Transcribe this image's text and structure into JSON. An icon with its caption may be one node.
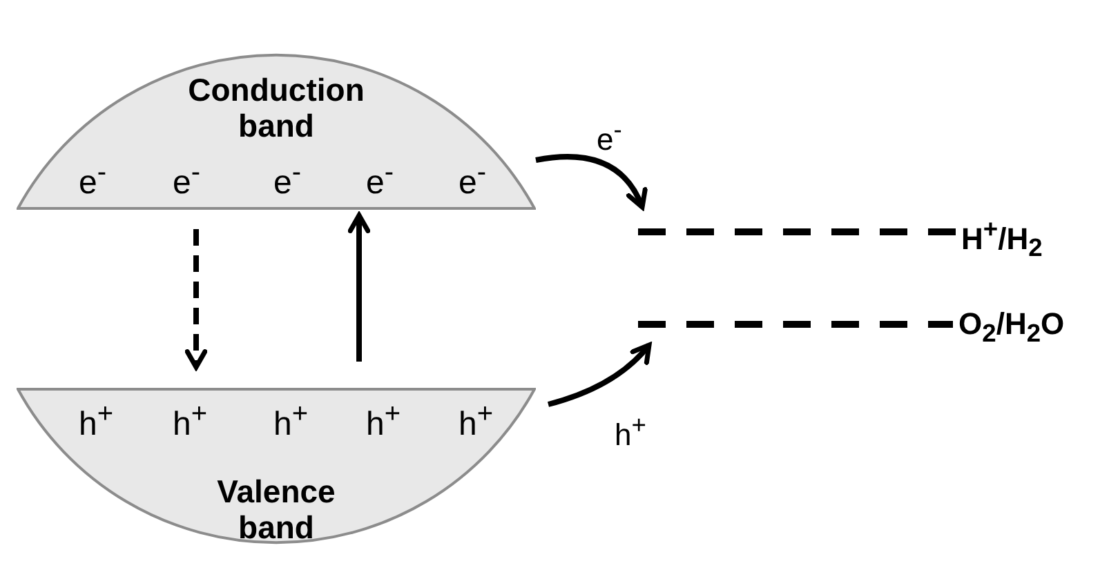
{
  "diagram": {
    "nodes": [
      {
        "text": [
          "Conduction band",
          "e$^{-}$",
          "e$^{-}$",
          "e$^{-}$",
          "e$^{-}$",
          "e$^{-}$"
        ]
      },
      {
        "text": [
          "h$^{+}$",
          "h$^{+}$",
          "h$^{+}$",
          "h$^{+}$",
          "h$^{+}$",
          "Valence band"
        ]
      },
      {
        "text": [
          "H$^{+}$/H$_{2}$"
        ]
      },
      {
        "text": [
          "O$_{2}$/H$_{2}$O"
        ]
      }
    ],
    "edges": [
      {
        "from": 0,
        "to": 1,
        "arrow": "to",
        "style": "dashed"
      },
      {
        "from": 1,
        "to": 0,
        "arrow": "to"
      },
      {
        "from": 0,
        "to": 2,
        "arrow": "to",
        "label": "e$^{-}$"
      },
      {
        "from": 1,
        "to": 3,
        "arrow": "to",
        "label": "h$^{+}$"
      }
    ]
  }
}
